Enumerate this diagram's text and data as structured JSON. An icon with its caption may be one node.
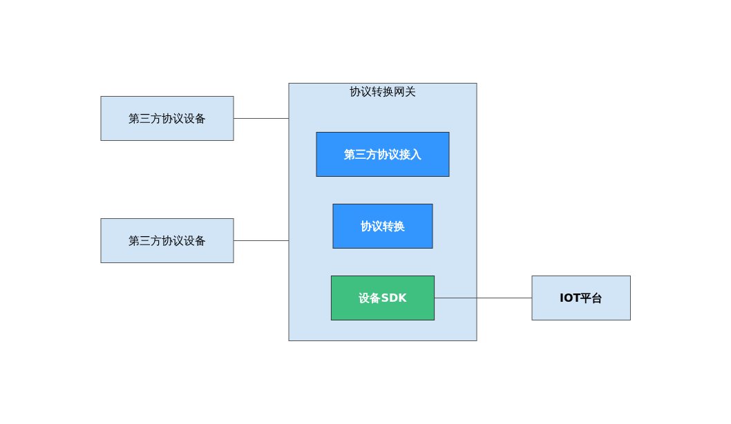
{
  "diagram": {
    "nodes": [
      {
        "text": [
          "第三方协议设备"
        ]
      },
      {
        "text": [
          "第三方协议设备"
        ]
      },
      {
        "text": [
          "协议转换网关"
        ]
      },
      {
        "text": [
          "第三方协议接入"
        ],
        "in": 2
      },
      {
        "text": [
          "协议转换"
        ],
        "in": 2
      },
      {
        "text": [
          "设备SDK"
        ],
        "in": 2
      },
      {
        "text": [
          "IOT平台"
        ]
      }
    ],
    "edges": [
      {
        "from": 0,
        "to": 2,
        "arrow": "none"
      },
      {
        "from": 1,
        "to": 2,
        "arrow": "none"
      },
      {
        "from": 5,
        "to": 6,
        "arrow": "none"
      }
    ]
  }
}
